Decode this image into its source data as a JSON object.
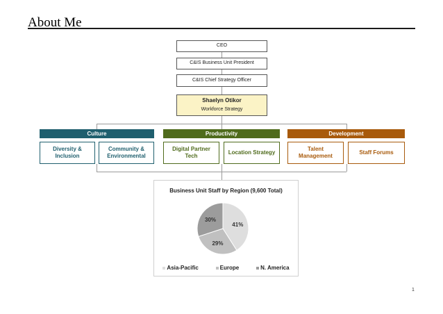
{
  "page": {
    "title": "About Me",
    "number": "1"
  },
  "org": {
    "ceo": "CEO",
    "president": "C&IS Business Unit President",
    "strategy_officer": "C&IS Chief Strategy Officer",
    "focus_name": "Shaelyn Otikor",
    "focus_role": "Workforce Strategy"
  },
  "groups": [
    {
      "name": "Culture",
      "color": "#1f5f6e",
      "items": [
        "Diversity & Inclusion",
        "Community & Environmental"
      ]
    },
    {
      "name": "Productivity",
      "color": "#4f6b1c",
      "items": [
        "Digital Partner Tech",
        "Location Strategy"
      ]
    },
    {
      "name": "Development",
      "color": "#a85a0b",
      "items": [
        "Talent Management",
        "Staff Forums"
      ]
    }
  ],
  "chart_data": {
    "type": "pie",
    "title": "Business Unit Staff by Region (9,600 Total)",
    "slices": [
      {
        "label": "Asia-Pacific",
        "value": 41,
        "display": "41%",
        "color": "#dedede"
      },
      {
        "label": "Europe",
        "value": 29,
        "display": "29%",
        "color": "#c0c0c0"
      },
      {
        "label": "N. America",
        "value": 30,
        "display": "30%",
        "color": "#9c9c9c"
      }
    ],
    "legend_position": "bottom"
  }
}
